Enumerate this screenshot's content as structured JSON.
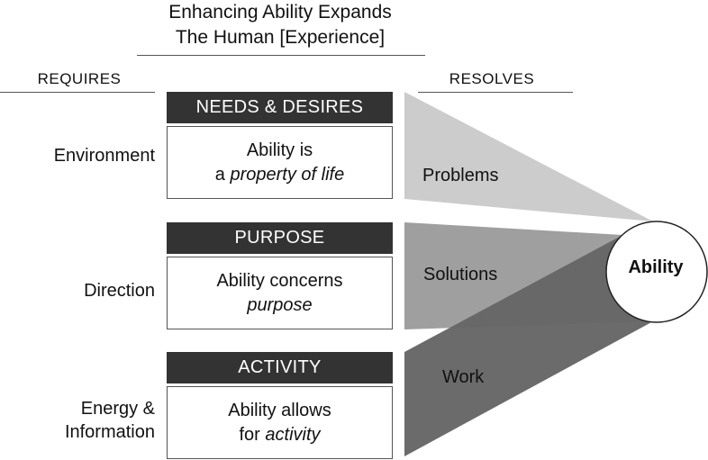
{
  "title": {
    "line1": "Enhancing Ability Expands",
    "line2": "The Human [Experience]"
  },
  "headers": {
    "requires": "REQUIRES",
    "resolves": "RESOLVES"
  },
  "rows": [
    {
      "requirement": "Environment",
      "card_title": "NEEDS & DESIRES",
      "card_text_1": "Ability is",
      "card_text_2_plain": "a ",
      "card_text_2_italic": "property of life",
      "resolves": "Problems"
    },
    {
      "requirement": "Direction",
      "card_title": "PURPOSE",
      "card_text_1": "Ability concerns",
      "card_text_2_plain": "",
      "card_text_2_italic": "purpose",
      "resolves": "Solutions"
    },
    {
      "requirement_line1": "Energy &",
      "requirement_line2": "Information",
      "card_title": "ACTIVITY",
      "card_text_1": "Ability allows",
      "card_text_2_plain": "for ",
      "card_text_2_italic": "activity",
      "resolves": "Work"
    }
  ],
  "center": {
    "label": "Ability"
  },
  "colors": {
    "card_header_bg": "#333333",
    "wedge_problems": "#cccccc",
    "wedge_solutions": "#9a9a9a",
    "wedge_work": "#666666",
    "circle_fill": "#ffffff"
  }
}
